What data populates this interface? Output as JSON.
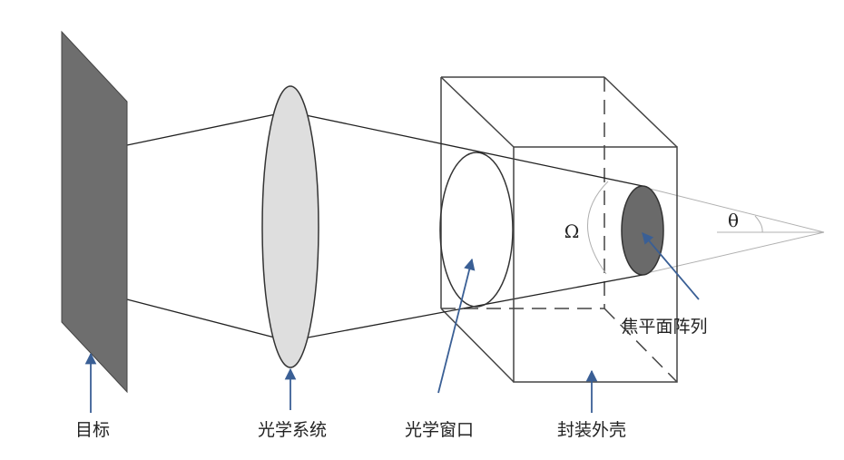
{
  "labels": {
    "target": "目标",
    "optical_system": "光学系统",
    "optical_window": "光学窗口",
    "package_shell": "封装外壳",
    "focal_plane_array": "焦平面阵列",
    "solid_angle": "Ω",
    "half_angle": "θ"
  },
  "colors": {
    "target_fill": "#6e6e6e",
    "lens_fill": "#dedede",
    "fpa_fill": "#6a6a6a",
    "arrow": "#3a5f95",
    "line": "#333333",
    "guide_line": "#b0b0b0"
  }
}
